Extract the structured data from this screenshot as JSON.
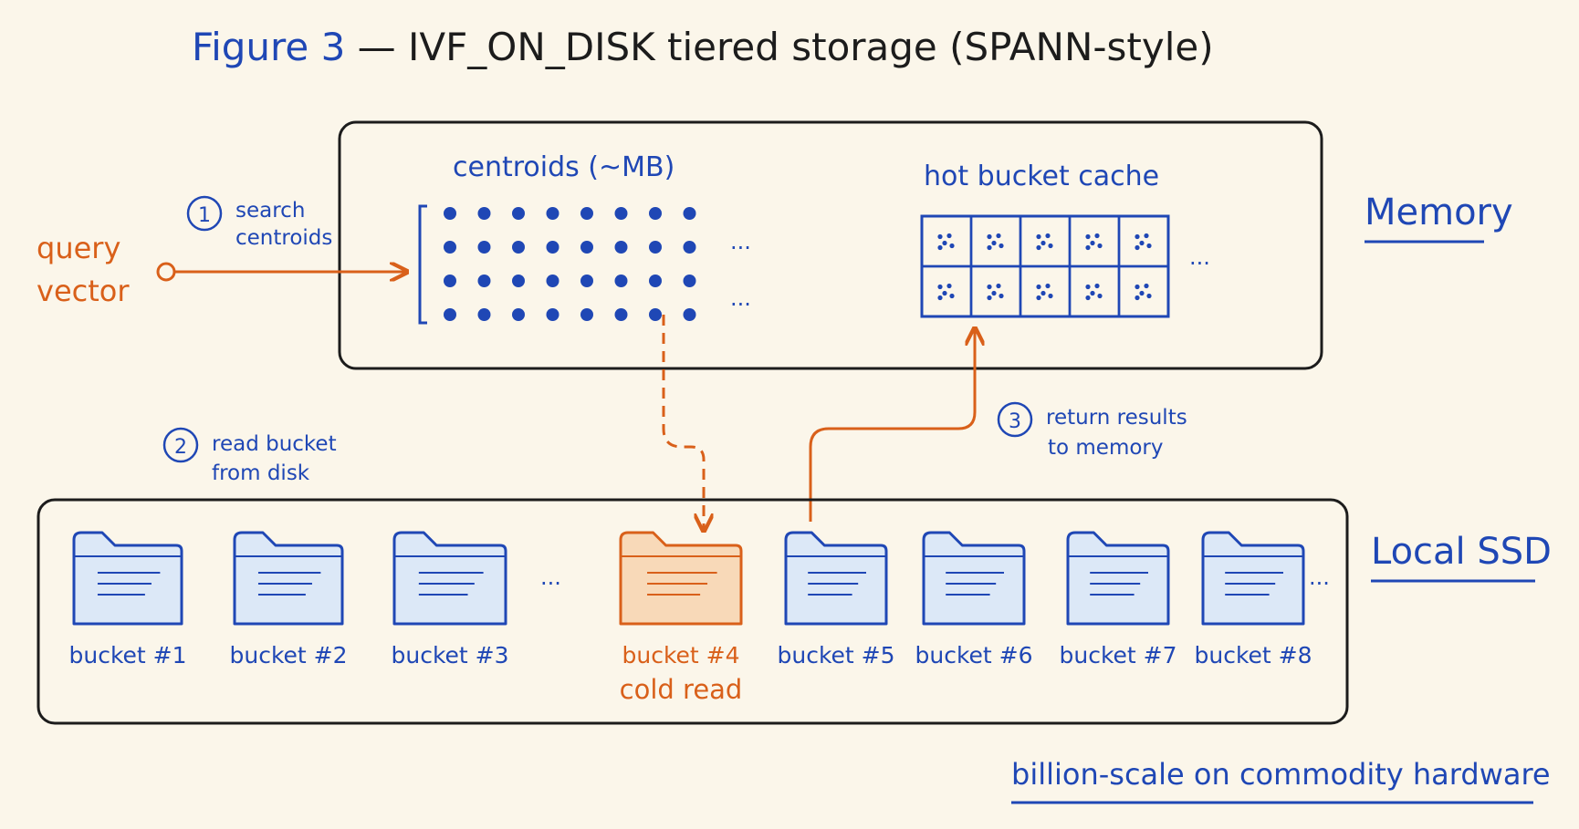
{
  "title": {
    "figure": "Figure 3",
    "dash": " — ",
    "rest": "IVF_ON_DISK tiered storage (SPANN-style)"
  },
  "memory": {
    "label": "Memory",
    "centroids_label": "centroids (~MB)",
    "cache_label": "hot bucket cache",
    "ellipsis": "···"
  },
  "query": {
    "line1": "query",
    "line2": "vector"
  },
  "steps": [
    {
      "num": "1",
      "line1": "search",
      "line2": "centroids"
    },
    {
      "num": "2",
      "line1": "read bucket",
      "line2": "from disk"
    },
    {
      "num": "3",
      "line1": "return results",
      "line2": "to memory"
    }
  ],
  "ssd": {
    "label": "Local SSD",
    "ellipsis": "···",
    "buckets": [
      {
        "label": "bucket #1"
      },
      {
        "label": "bucket #2"
      },
      {
        "label": "bucket #3"
      },
      {
        "label": "bucket #4",
        "sublabel": "cold read",
        "highlight": true
      },
      {
        "label": "bucket #5"
      },
      {
        "label": "bucket #6"
      },
      {
        "label": "bucket #7"
      },
      {
        "label": "bucket #8"
      }
    ]
  },
  "footer": "billion-scale on commodity hardware",
  "colors": {
    "blue": "#1f47b5",
    "orange": "#d9601a",
    "ink": "#1c1c1c",
    "background": "#fbf6ea",
    "folder_fill": "#dce8f7",
    "folder_hot_fill": "#f8d9b8"
  }
}
